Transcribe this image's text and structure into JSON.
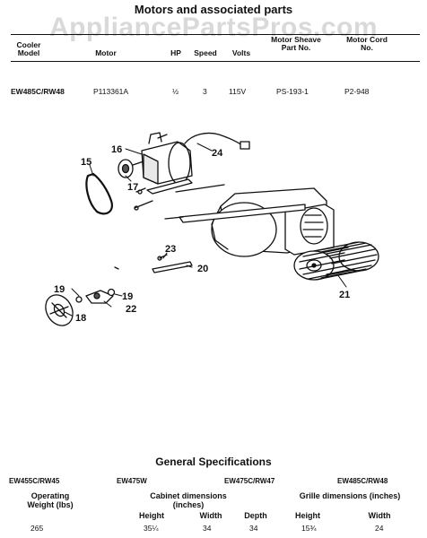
{
  "page_title": "Motors and associated parts",
  "watermark": "AppliancePartsPros.com",
  "motor_table": {
    "headers": {
      "cooler_model": "Cooler Model",
      "motor": "Motor",
      "hp": "HP",
      "speed": "Speed",
      "volts": "Volts",
      "motor_sheave": "Motor Sheave Part No.",
      "motor_cord": "Motor Cord No."
    },
    "row": {
      "cooler_model": "EW485C/RW48",
      "motor": "P113361A",
      "hp": "½",
      "speed": "3",
      "volts": "115V",
      "motor_sheave": "PS-193-1",
      "motor_cord": "P2-948"
    }
  },
  "diagram": {
    "callouts": [
      "16",
      "24",
      "15",
      "17",
      "23",
      "20",
      "19",
      "19",
      "22",
      "18",
      "21"
    ]
  },
  "specs": {
    "title": "General Specifications",
    "models": [
      "EW455C/RW45",
      "EW475W",
      "EW475C/RW47",
      "EW485C/RW48"
    ],
    "headers": {
      "operating_weight": "Operating Weight (lbs)",
      "cabinet": "Cabinet dimensions (inches)",
      "grille": "Grille dimensions (inches)",
      "height": "Height",
      "width": "Width",
      "depth": "Depth"
    },
    "values": {
      "weight": "265",
      "cab_height": "35¼",
      "cab_width": "34",
      "cab_depth": "34",
      "grille_height": "15¾",
      "grille_width": "24"
    }
  }
}
